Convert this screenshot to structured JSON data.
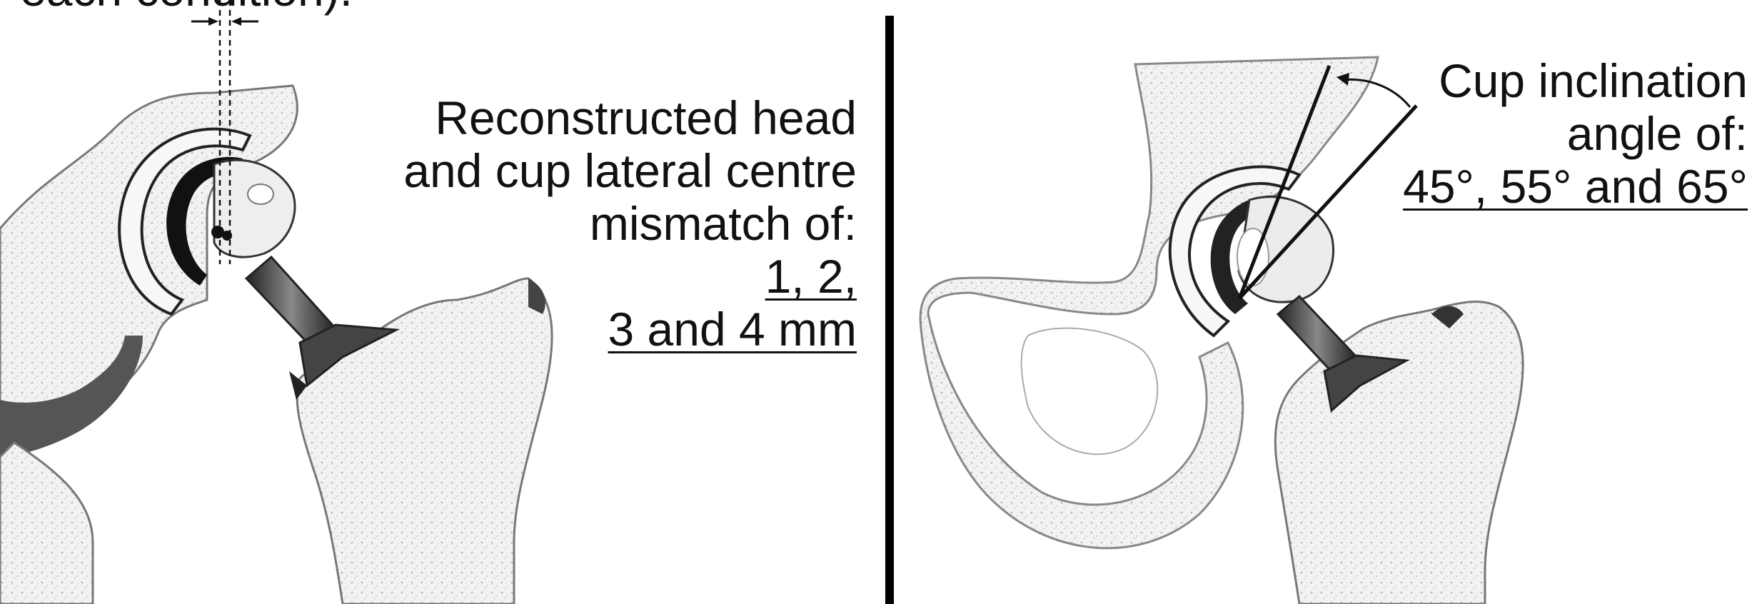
{
  "left_panel": {
    "top_cut_text": "each condition).",
    "caption_lines": [
      "Reconstructed head",
      "and cup lateral centre",
      "mismatch of:"
    ],
    "values_lines": [
      "1, 2,",
      "3 and 4 mm"
    ]
  },
  "right_panel": {
    "caption_lines": [
      "Cup inclination",
      "angle of:"
    ],
    "values_line": "45°, 55° and 65°"
  },
  "colors": {
    "ink": "#111111",
    "bone": "#f3f3f3",
    "bone_shade": "#9a9a9a",
    "divider": "#000000"
  }
}
